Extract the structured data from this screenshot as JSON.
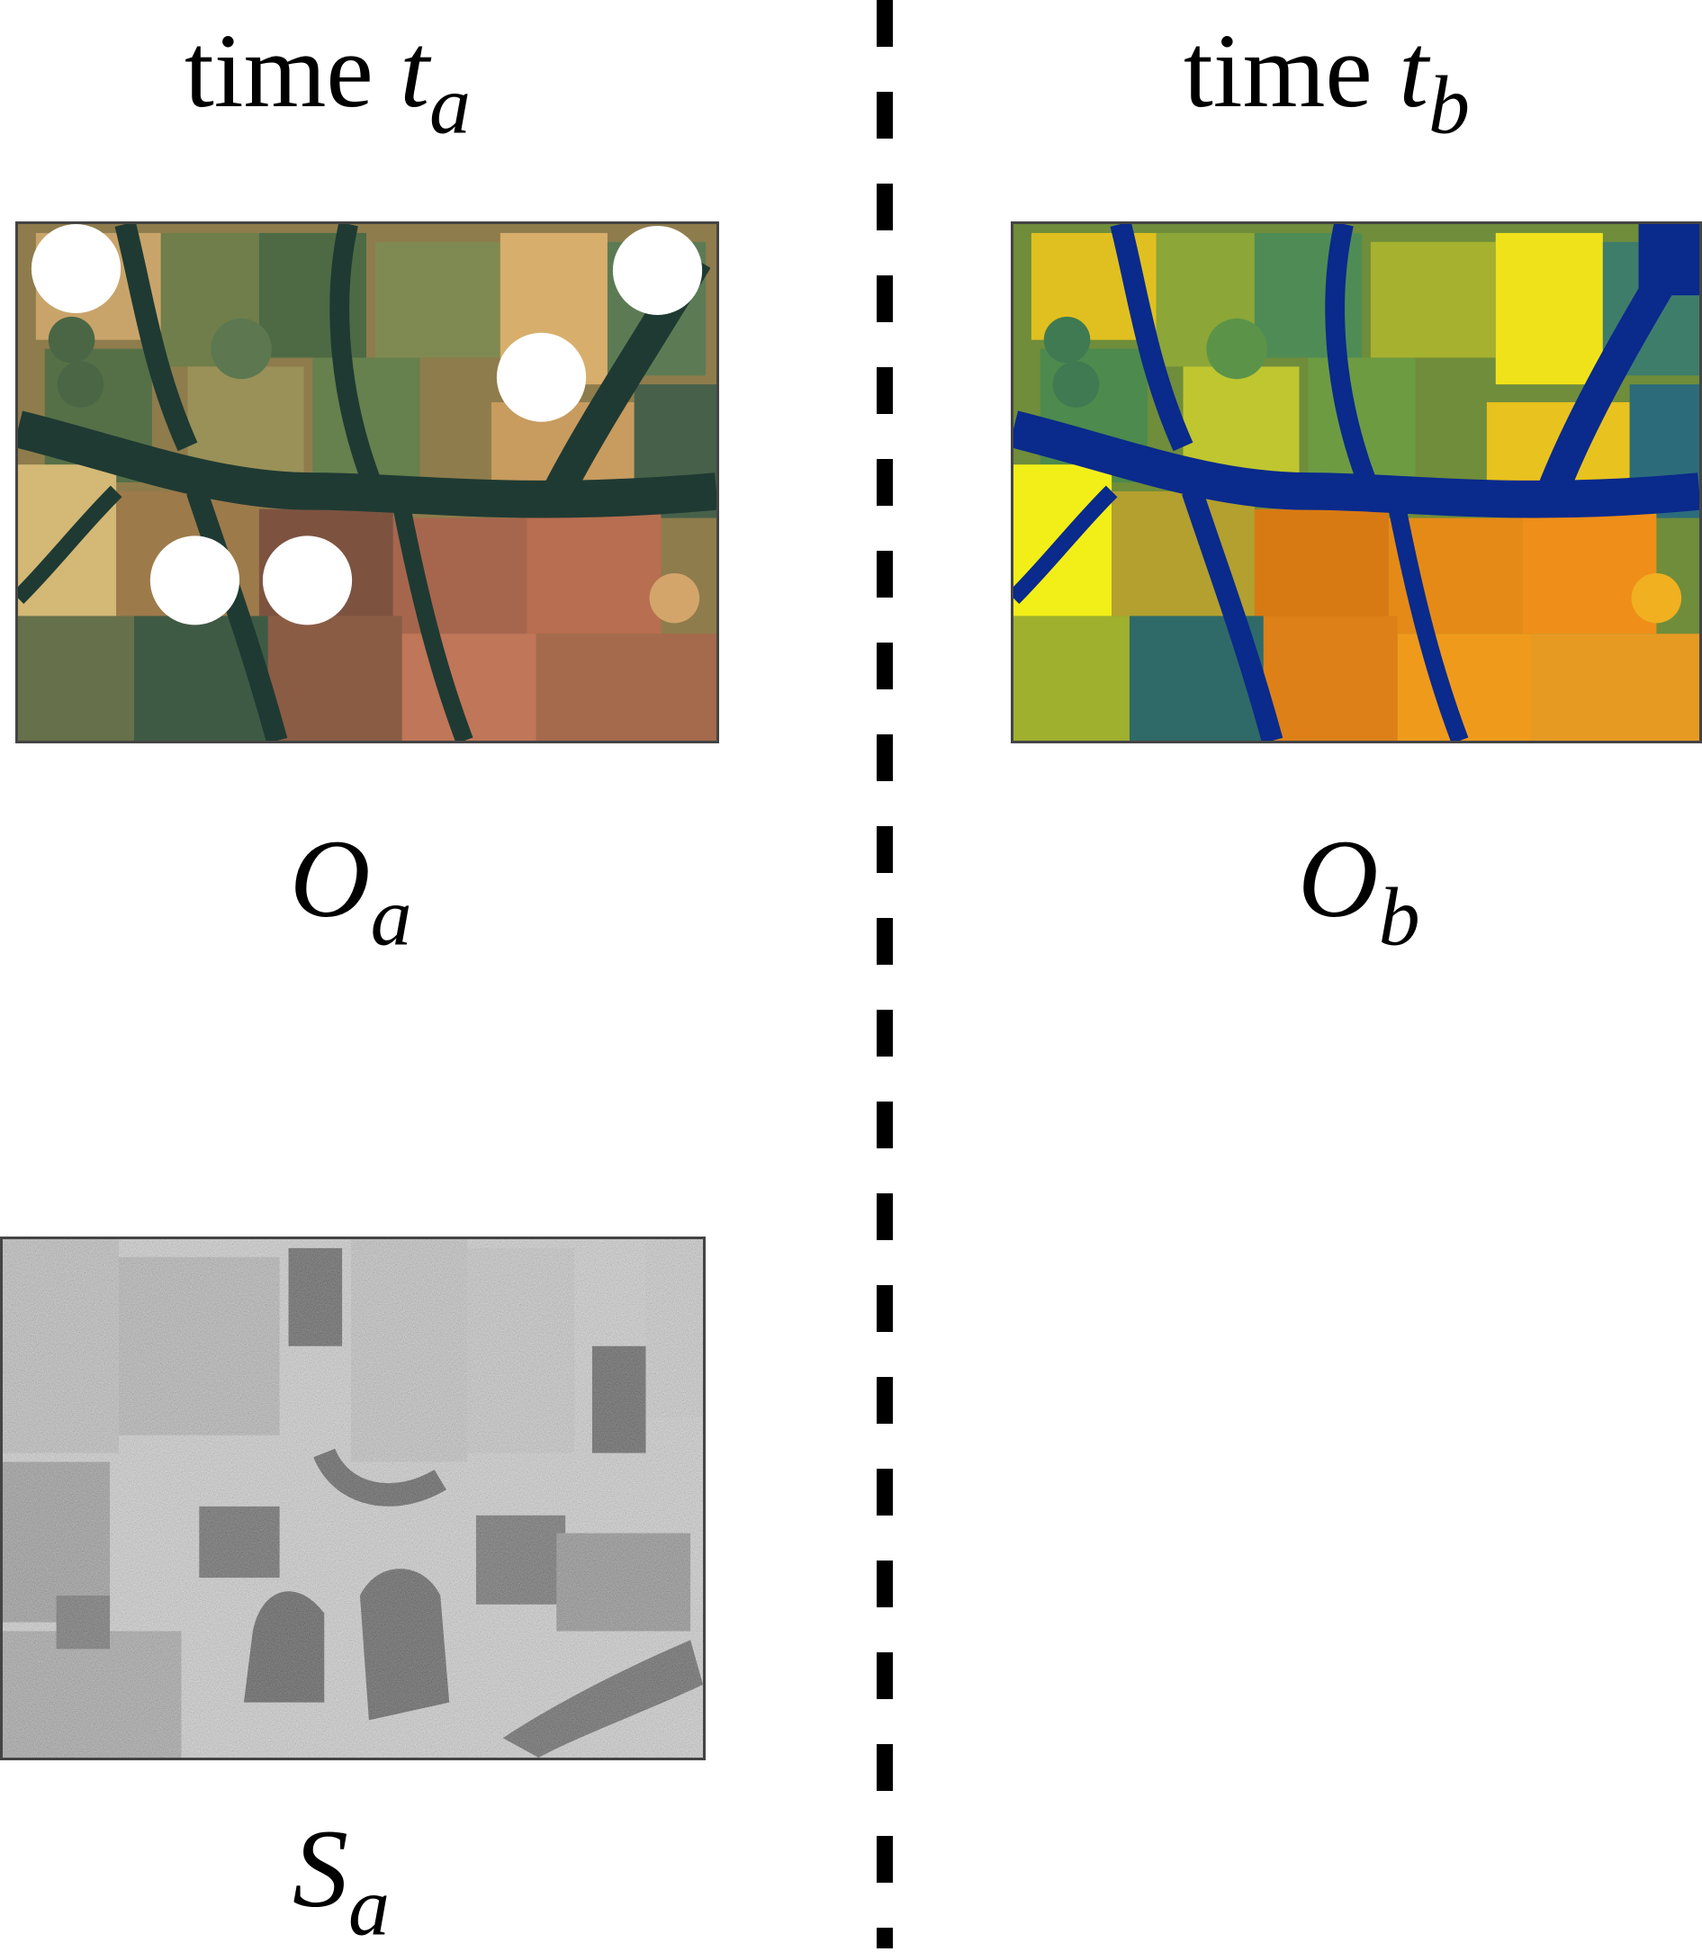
{
  "headings": {
    "left": {
      "prefix": "time",
      "variable": "t",
      "subscript": "a"
    },
    "right": {
      "prefix": "time",
      "variable": "t",
      "subscript": "b"
    }
  },
  "labels": {
    "optical_a": {
      "symbol": "O",
      "subscript": "a"
    },
    "optical_b": {
      "symbol": "O",
      "subscript": "b"
    },
    "sar_a": {
      "symbol": "S",
      "subscript": "a"
    }
  },
  "colors": {
    "divider": "#000000",
    "cloud_mask": "#ffffff",
    "river_a": "#1f3a33",
    "river_b": "#0a2a8c"
  }
}
